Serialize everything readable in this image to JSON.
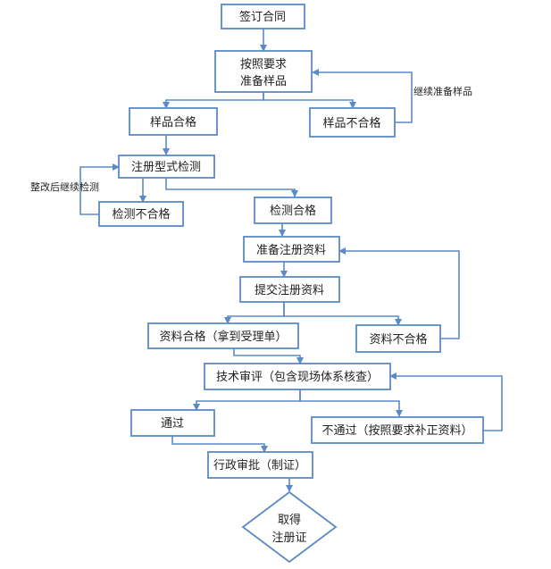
{
  "nodes": {
    "sign_contract": "签订合同",
    "prepare_samples_1": "按照要求",
    "prepare_samples_2": "准备样品",
    "sample_pass": "样品合格",
    "sample_fail": "样品不合格",
    "type_test": "注册型式检测",
    "test_fail": "检测不合格",
    "test_pass": "检测合格",
    "prepare_docs": "准备注册资料",
    "submit_docs": "提交注册资料",
    "docs_pass": "资料合格（拿到受理单）",
    "docs_fail": "资料不合格",
    "tech_review": "技术审评（包含现场体系核查）",
    "approved": "通过",
    "not_approved": "不通过（按照要求补正资料）",
    "admin_approval": "行政审批（制证）",
    "get_cert_1": "取得",
    "get_cert_2": "注册证"
  },
  "labels": {
    "continue_samples": "继续准备样品",
    "rectify_continue_test": "整改后继续检测"
  },
  "colors": {
    "stroke": "#5b8ac7",
    "text": "#222222",
    "background": "#ffffff"
  }
}
